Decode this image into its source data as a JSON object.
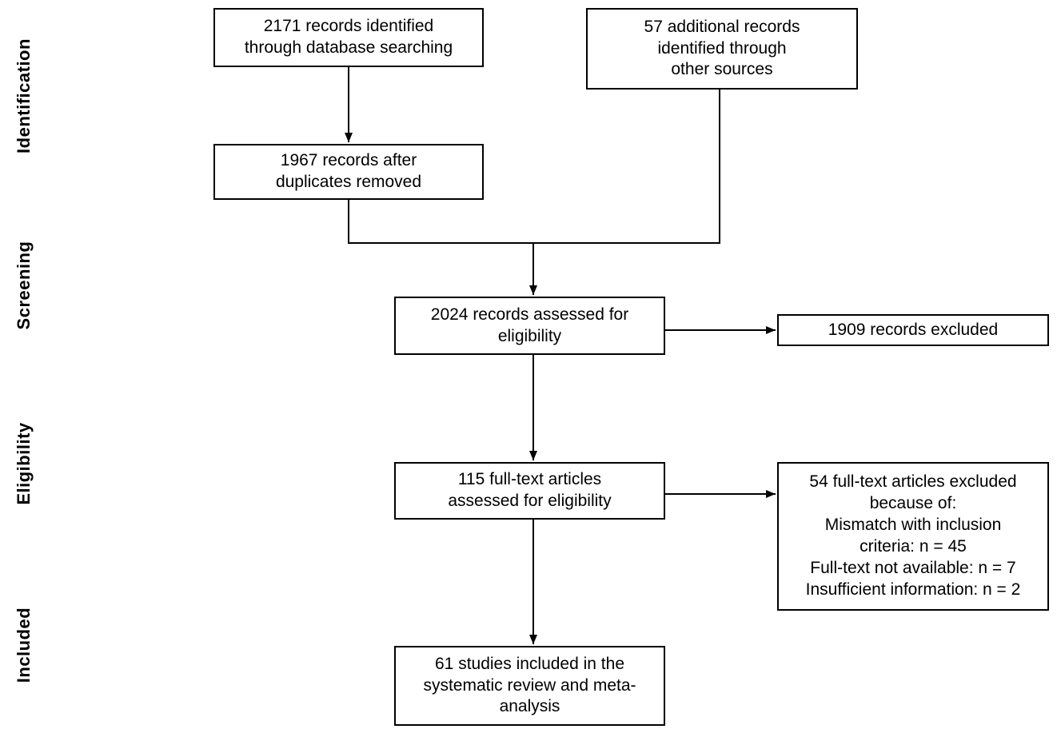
{
  "stages": [
    {
      "id": "identification",
      "label": "Identification"
    },
    {
      "id": "screening",
      "label": "Screening"
    },
    {
      "id": "eligibility",
      "label": "Eligibility"
    },
    {
      "id": "included",
      "label": "Included"
    }
  ],
  "boxes": {
    "db_records": {
      "count": 2171,
      "text": "2171 records identified\nthrough database searching"
    },
    "other_sources": {
      "count": 57,
      "text": "57 additional records\nidentified through\nother sources"
    },
    "after_duplicates": {
      "count": 1967,
      "text": "1967 records after\nduplicates removed"
    },
    "records_assessed": {
      "count": 2024,
      "text": "2024 records assessed for\neligibility"
    },
    "records_excluded": {
      "count": 1909,
      "text": "1909 records excluded"
    },
    "fulltext_assessed": {
      "count": 115,
      "text": "115 full-text articles\nassessed for eligibility"
    },
    "fulltext_excluded": {
      "count": 54,
      "text": "54 full-text articles excluded\nbecause of:\nMismatch with inclusion\ncriteria: n = 45\nFull-text not available: n = 7\nInsufficient information: n = 2",
      "reasons": [
        {
          "label": "Mismatch with inclusion criteria",
          "n": 45
        },
        {
          "label": "Full-text not available",
          "n": 7
        },
        {
          "label": "Insufficient information",
          "n": 2
        }
      ]
    },
    "studies_included": {
      "count": 61,
      "text": "61 studies included in the\nsystematic review and meta-\nanalysis"
    }
  },
  "colors": {
    "box_border": "#000000",
    "arrow": "#000000",
    "text": "#000000",
    "background": "#ffffff"
  }
}
